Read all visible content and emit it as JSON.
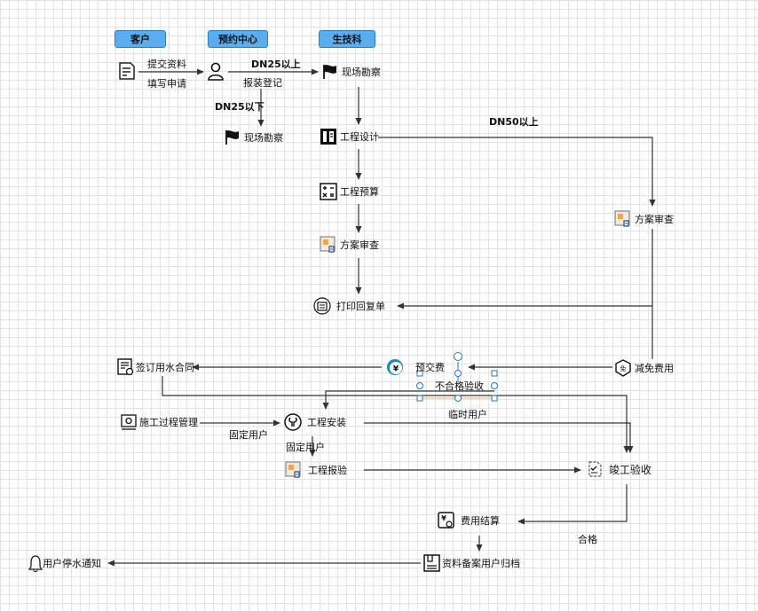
{
  "lanes": {
    "customer": "客户",
    "booking": "预约中心",
    "prodtech": "生技科"
  },
  "nodes": {
    "submit": "提交资料",
    "fill_apply": "填写申请",
    "survey_main": "现场勘察",
    "register": "报装登记",
    "survey_small": "现场勘察",
    "design": "工程设计",
    "budget": "工程预算",
    "review_left": "方案审查",
    "review_right": "方案审查",
    "print_reply": "打印回复单",
    "sign_contract": "签订用水合同",
    "prepay": "预交费",
    "fee_relief": "减免费用",
    "construction_mgmt": "施工过程管理",
    "install": "工程安装",
    "report_inspect": "工程报验",
    "completion": "竣工验收",
    "settlement": "费用结算",
    "archive": "资料备案用户归档",
    "notify": "用户停水通知"
  },
  "edge_labels": {
    "dn25_up": "DN25以上",
    "dn25_down": "DN25以下",
    "dn50_up": "DN50以上",
    "overlap": "不合格验收",
    "temp_user": "临时用户",
    "fixed_user_1": "固定用户",
    "fixed_user_2": "固定用户",
    "qualified": "合格"
  },
  "icons": {
    "submit": "document-form-icon",
    "user": "user-person-icon",
    "flag": "flag-icon",
    "design": "engineering-design-icon",
    "budget": "calculator-icon",
    "review": "image-review-icon",
    "print": "printer-icon",
    "contract": "contract-document-icon",
    "prepay": "yen-payment-icon",
    "relief": "relief-badge-icon",
    "mgmt": "gear-monitor-icon",
    "install": "wrench-circle-icon",
    "completion": "checklist-icon",
    "settlement": "yen-bill-icon",
    "archive": "archive-box-icon",
    "notify": "bell-icon"
  },
  "colors": {
    "lane_fill": "#5aaef0",
    "lane_border": "#2d7fc1",
    "edge": "#333333",
    "selection": "#1f74d6",
    "grid": "#e3e3e3"
  }
}
